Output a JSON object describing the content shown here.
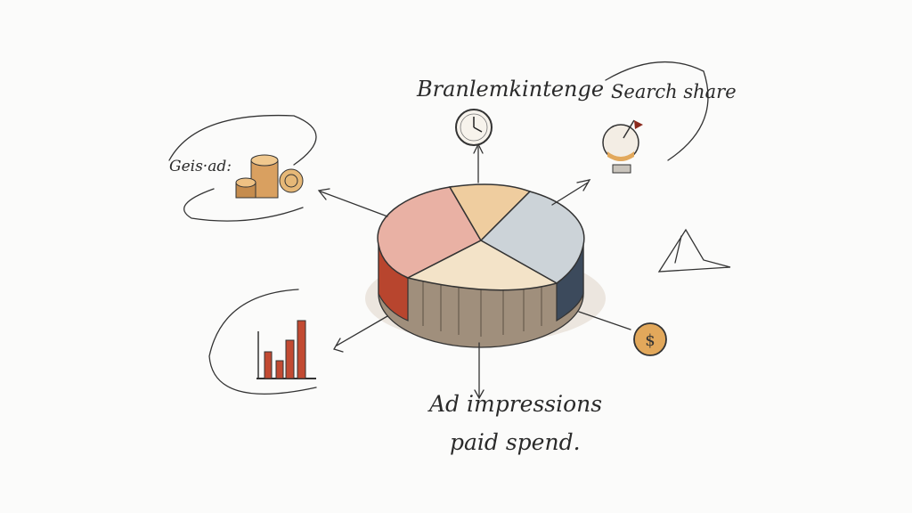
{
  "labels": {
    "brand": "Branlemkintenge",
    "search": "Search share",
    "geis": "Geis·ad:",
    "bottom_line1": "Ad impressions",
    "bottom_line2": "paid spend."
  },
  "colors": {
    "slice_pink": "#e9b1a4",
    "slice_orange": "#efcd9f",
    "slice_blue": "#ccd3d8",
    "slice_cream": "#f3e3c8",
    "side": "#9a8a78",
    "red_side": "#b8452e",
    "navy_side": "#3c4a5c",
    "bar_red": "#c24a32",
    "coin": "#e2a85b"
  }
}
